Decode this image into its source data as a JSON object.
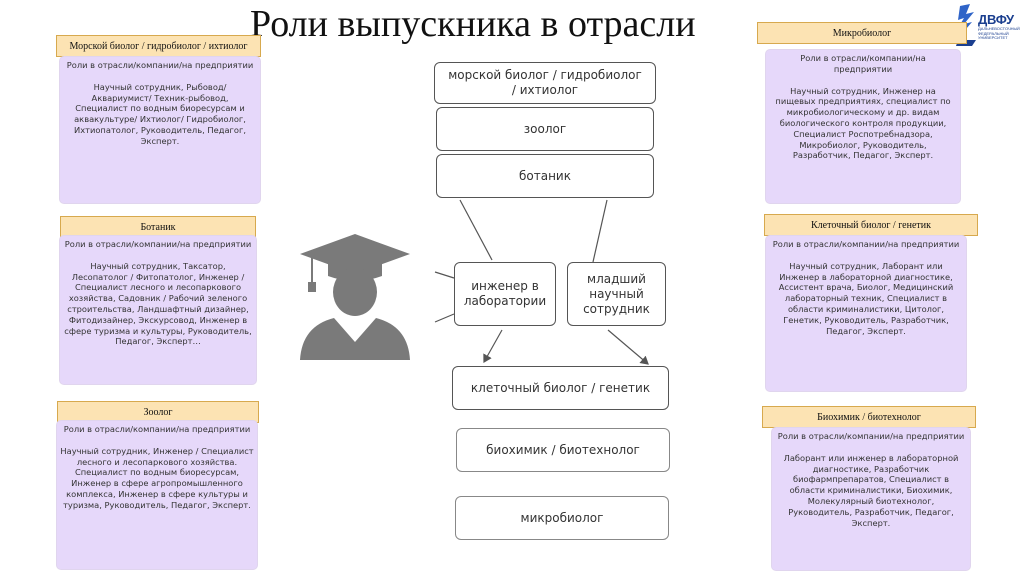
{
  "title": "Роли выпускника в отрасли",
  "logo": {
    "name": "ДВФУ",
    "subtitle": "ДАЛЬНЕВОСТОЧНЫЙ ФЕДЕРАЛЬНЫЙ УНИВЕРСИТЕТ",
    "icon": "dvfu-logo-icon",
    "color": "#1b3f8f"
  },
  "panels": {
    "marine": {
      "header": "Морской биолог / гидробиолог / ихтиолог",
      "subtitle": "Роли в отрасли/компании/на предприятии",
      "roles": "Научный сотрудник, Рыбовод/ Аквариумист/ Техник-рыбовод, Специалист по водным биоресурсам и аквакультуре/ Ихтиолог/ Гидробиолог, Ихтиопатолог, Руководитель, Педагог, Эксперт."
    },
    "botanist": {
      "header": "Ботаник",
      "subtitle": "Роли в отрасли/компании/на предприятии",
      "roles": "Научный сотрудник, Таксатор, Лесопатолог / Фитопатолог, Инженер / Специалист лесного и лесопаркового хозяйства, Садовник / Рабочий зеленого строительства, Ландшафтный дизайнер, Фитодизайнер, Экскурсовод, Инженер в сфере туризма и культуры, Руководитель, Педагог, Эксперт…"
    },
    "zoologist": {
      "header": "Зоолог",
      "subtitle": "Роли в отрасли/компании/на предприятии",
      "roles": "Научный сотрудник, Инженер / Специалист лесного и лесопаркового хозяйства. Специалист по водным биоресурсам, Инженер в сфере агропромышленного комплекса, Инженер в сфере культуры и туризма, Руководитель, Педагог, Эксперт."
    },
    "microbiologist": {
      "header": "Микробиолог",
      "subtitle": "Роли в отрасли/компании/на предприятии",
      "roles": "Научный сотрудник, Инженер на пищевых предприятиях, специалист по микробиологическому и др. видам биологического контроля продукции, Специалист Роспотребнадзора, Микробиолог, Руководитель, Разработчик, Педагог, Эксперт."
    },
    "cell": {
      "header": "Клеточный биолог / генетик",
      "subtitle": "Роли в отрасли/компании/на предприятии",
      "roles": "Научный сотрудник, Лаборант или Инженер в лабораторной диагностике, Ассистент врача, Биолог, Медицинский лабораторный техник, Специалист в области криминалистики, Цитолог, Генетик, Руководитель, Разработчик, Педагог, Эксперт."
    },
    "biochem": {
      "header": "Биохимик / биотехнолог",
      "subtitle": "Роли в отрасли/компании/на предприятии",
      "roles": "Лаборант или инженер в лабораторной диагностике, Разработчик биофармпрепаратов, Специалист в области криминалистики, Биохимик, Молекулярный биотехнолог, Руководитель, Разработчик, Педагог, Эксперт."
    }
  },
  "diagram": {
    "marine": "морской биолог / гидробиолог / ихтиолог",
    "zoologist": "зоолог",
    "botanist": "ботаник",
    "lab_engineer": "инженер в лаборатории",
    "junior_researcher": "младший научный сотрудник",
    "cell": "клеточный биолог / генетик",
    "biochem": "биохимик / биотехнолог",
    "microbiologist": "микробиолог",
    "graduate_icon": "graduate-icon"
  }
}
